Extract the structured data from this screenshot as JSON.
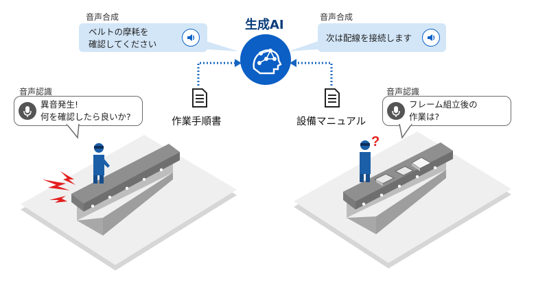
{
  "ai": {
    "title": "生成AI"
  },
  "tts_left": {
    "label": "音声合成",
    "line1": "ベルトの摩耗を",
    "line2": "確認してください"
  },
  "tts_right": {
    "label": "音声合成",
    "text": "次は配線を接続します"
  },
  "asr_left": {
    "label": "音声認識",
    "line1": "異音発生!",
    "line2": "何を確認したら良いか?"
  },
  "asr_right": {
    "label": "音声認識",
    "line1": "フレーム組立後の",
    "line2": "作業は?"
  },
  "docs": {
    "left": "作業手順書",
    "right": "設備マニュアル"
  },
  "question_mark": "?",
  "colors": {
    "ai_circle": "#0b5fc5",
    "bubble_blue": "#d3e6f8",
    "arrow": "#1565c0",
    "alert": "#e41e1e",
    "worker": "#1b5fa8"
  }
}
